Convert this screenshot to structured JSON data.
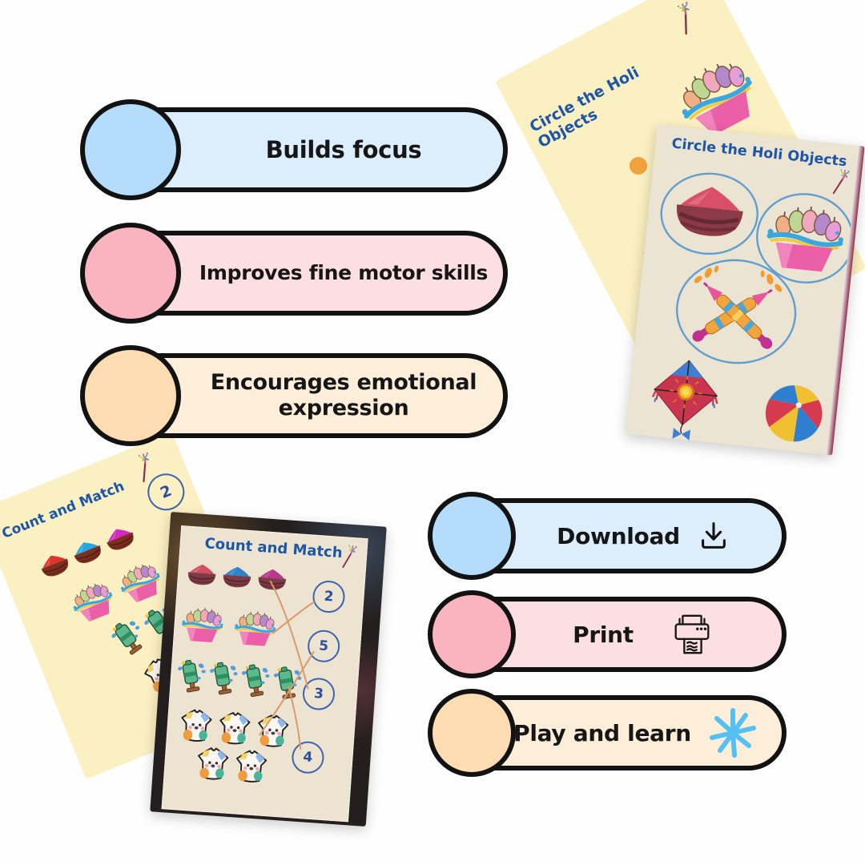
{
  "features": {
    "items": [
      {
        "label": "Builds focus"
      },
      {
        "label": "Improves fine motor skills"
      },
      {
        "label": "Encourages emotional expression"
      }
    ]
  },
  "actions": {
    "download": {
      "label": "Download",
      "icon": "download-tray-icon"
    },
    "print": {
      "label": "Print",
      "icon": "printer-icon"
    },
    "play": {
      "label": "Play and learn",
      "icon": "blue-starburst-icon"
    }
  },
  "worksheets": {
    "circle_card": {
      "title": "Circle the Holi Objects",
      "decoration": "sparkler-icon"
    },
    "circle_photo": {
      "title": "Circle the Holi Objects",
      "decoration": "sparkler-icon",
      "items": [
        {
          "name": "holi color pot",
          "circled": true
        },
        {
          "name": "water balloon basket",
          "circled": true
        },
        {
          "name": "crossed pichkaris",
          "circled": true
        },
        {
          "name": "kite",
          "circled": false
        },
        {
          "name": "beach ball",
          "circled": false
        }
      ]
    },
    "count_card": {
      "title": "Count and Match",
      "decoration": "sparkler-icon",
      "visible_number": "2",
      "rows": [
        {
          "item": "holi color pots",
          "count": 3
        },
        {
          "item": "balloon baskets",
          "count": 2
        },
        {
          "item": "water guns",
          "count": 3
        },
        {
          "item": "t-shirts",
          "count": 3
        }
      ]
    },
    "count_photo": {
      "title": "Count and Match",
      "decoration": "sparkler-icon",
      "numbers": [
        "2",
        "5",
        "3",
        "4"
      ],
      "rows": [
        {
          "item": "holi color pots",
          "count": 3
        },
        {
          "item": "balloon baskets",
          "count": 2
        },
        {
          "item": "water guns",
          "count": 4
        },
        {
          "item": "t-shirts",
          "count": 5
        }
      ],
      "matches": [
        {
          "row": "holi color pots",
          "number": "3"
        },
        {
          "row": "balloon baskets",
          "number": "2"
        },
        {
          "row": "water guns",
          "number": "4"
        },
        {
          "row": "t-shirts",
          "number": "5"
        }
      ]
    }
  },
  "colors": {
    "blue_knob": "#b5dcfa",
    "blue_body": "#dcedfc",
    "pink_knob": "#f9b4bf",
    "pink_body": "#fcdfe3",
    "peach_knob": "#fcdcb3",
    "peach_body": "#fdeeda",
    "outline": "#121212",
    "card_yellow": "#fbf0c2",
    "worksheet_title_blue": "#1d56a8",
    "pen_blue": "#5f9ecf",
    "match_line_orange": "#d89a6f",
    "starburst_blue": "#55c0f2"
  }
}
